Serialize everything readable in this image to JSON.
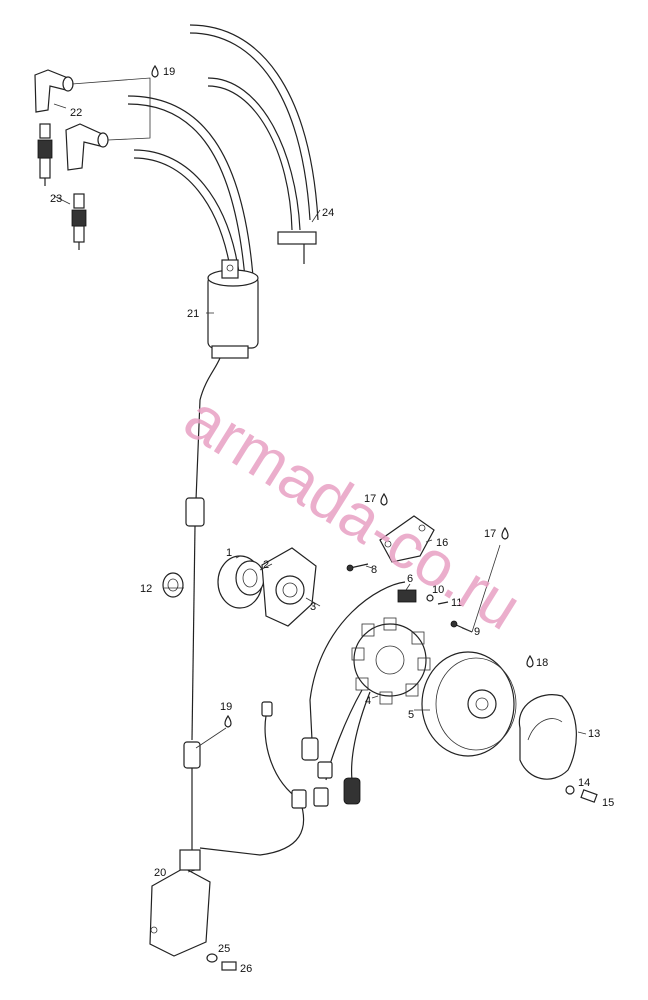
{
  "watermark": "armada-co.ru",
  "labels": {
    "p1": "1",
    "p2": "2",
    "p3": "3",
    "p4": "4",
    "p5": "5",
    "p6": "6",
    "p8": "8",
    "p9": "9",
    "p10": "10",
    "p11": "11",
    "p12": "12",
    "p13": "13",
    "p14": "14",
    "p15": "15",
    "p16": "16",
    "p17a": "17",
    "p17b": "17",
    "p18": "18",
    "p19a": "19",
    "p19b": "19",
    "p20": "20",
    "p21": "21",
    "p22": "22",
    "p23": "23",
    "p24": "24",
    "p25": "25",
    "p26": "26"
  }
}
